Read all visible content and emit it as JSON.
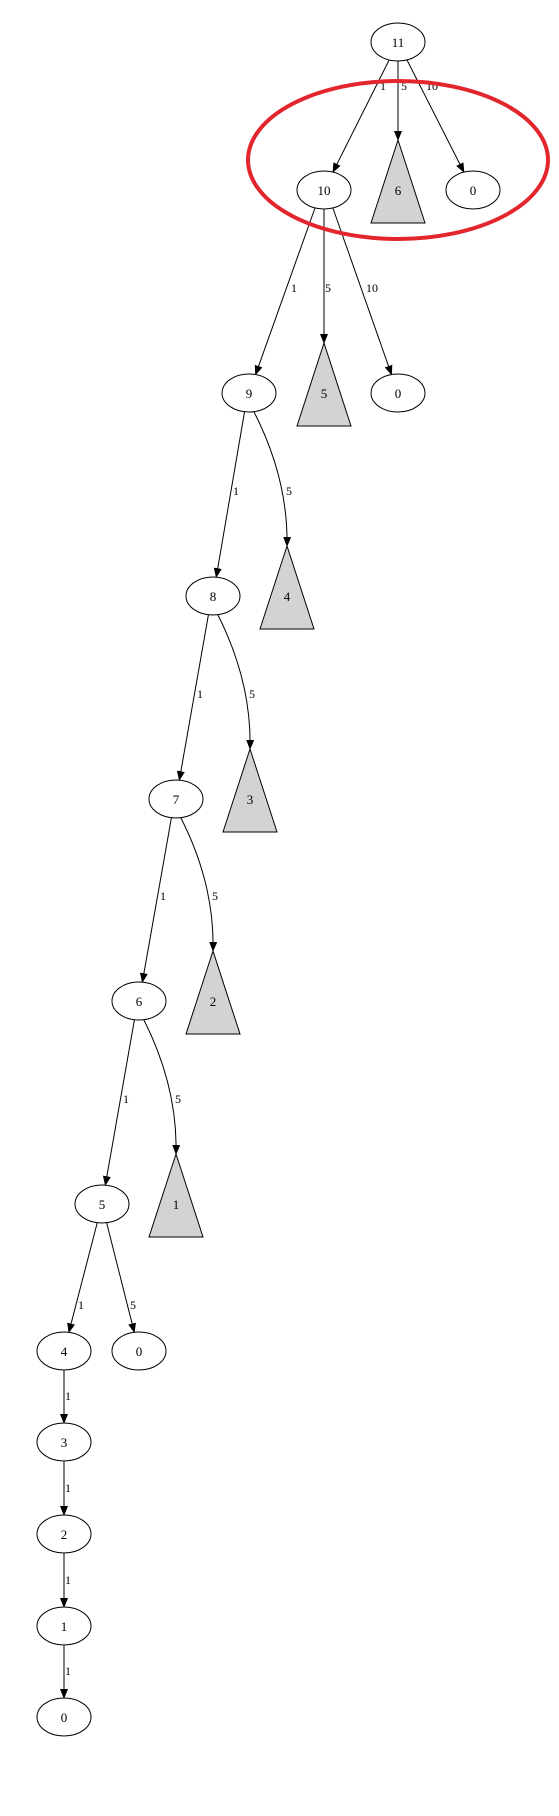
{
  "colors": {
    "node_stroke": "#000000",
    "node_fill": "#ffffff",
    "subtree_fill": "#d3d3d3",
    "edge": "#000000",
    "highlight": "#e3262d"
  },
  "diagram": {
    "nodes": [
      {
        "id": "n11",
        "label": "11",
        "shape": "ellipse"
      },
      {
        "id": "n10",
        "label": "10",
        "shape": "ellipse"
      },
      {
        "id": "t6",
        "label": "6",
        "shape": "triangle"
      },
      {
        "id": "z0a",
        "label": "0",
        "shape": "ellipse"
      },
      {
        "id": "n9",
        "label": "9",
        "shape": "ellipse"
      },
      {
        "id": "t5",
        "label": "5",
        "shape": "triangle"
      },
      {
        "id": "z0b",
        "label": "0",
        "shape": "ellipse"
      },
      {
        "id": "n8",
        "label": "8",
        "shape": "ellipse"
      },
      {
        "id": "t4",
        "label": "4",
        "shape": "triangle"
      },
      {
        "id": "n7",
        "label": "7",
        "shape": "ellipse"
      },
      {
        "id": "t3",
        "label": "3",
        "shape": "triangle"
      },
      {
        "id": "n6",
        "label": "6",
        "shape": "ellipse"
      },
      {
        "id": "t2",
        "label": "2",
        "shape": "triangle"
      },
      {
        "id": "n5",
        "label": "5",
        "shape": "ellipse"
      },
      {
        "id": "t1",
        "label": "1",
        "shape": "triangle"
      },
      {
        "id": "n4",
        "label": "4",
        "shape": "ellipse"
      },
      {
        "id": "z0c",
        "label": "0",
        "shape": "ellipse"
      },
      {
        "id": "n3",
        "label": "3",
        "shape": "ellipse"
      },
      {
        "id": "n2",
        "label": "2",
        "shape": "ellipse"
      },
      {
        "id": "n1",
        "label": "1",
        "shape": "ellipse"
      },
      {
        "id": "z0d",
        "label": "0",
        "shape": "ellipse"
      }
    ],
    "edges": [
      {
        "from": "n11",
        "to": "n10",
        "label": "1"
      },
      {
        "from": "n11",
        "to": "t6",
        "label": "5"
      },
      {
        "from": "n11",
        "to": "z0a",
        "label": "10"
      },
      {
        "from": "n10",
        "to": "n9",
        "label": "1"
      },
      {
        "from": "n10",
        "to": "t5",
        "label": "5"
      },
      {
        "from": "n10",
        "to": "z0b",
        "label": "10"
      },
      {
        "from": "n9",
        "to": "n8",
        "label": "1"
      },
      {
        "from": "n9",
        "to": "t4",
        "label": "5"
      },
      {
        "from": "n8",
        "to": "n7",
        "label": "1"
      },
      {
        "from": "n8",
        "to": "t3",
        "label": "5"
      },
      {
        "from": "n7",
        "to": "n6",
        "label": "1"
      },
      {
        "from": "n7",
        "to": "t2",
        "label": "5"
      },
      {
        "from": "n6",
        "to": "n5",
        "label": "1"
      },
      {
        "from": "n6",
        "to": "t1",
        "label": "5"
      },
      {
        "from": "n5",
        "to": "n4",
        "label": "1"
      },
      {
        "from": "n5",
        "to": "z0c",
        "label": "5"
      },
      {
        "from": "n4",
        "to": "n3",
        "label": "1"
      },
      {
        "from": "n3",
        "to": "n2",
        "label": "1"
      },
      {
        "from": "n2",
        "to": "n1",
        "label": "1"
      },
      {
        "from": "n1",
        "to": "z0d",
        "label": "1"
      }
    ],
    "highlight": {
      "shape": "ellipse",
      "encloses": [
        "n10",
        "t6",
        "z0a"
      ]
    }
  }
}
